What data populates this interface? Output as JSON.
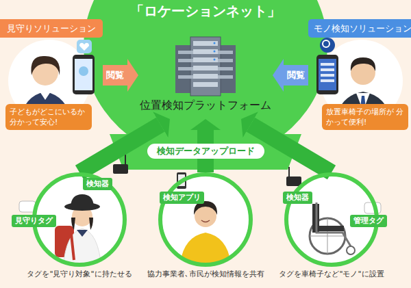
{
  "diagram": {
    "title": "「ロケーションネット」",
    "nodes": [
      {
        "text": [
          "位置検知プラットフォーム"
        ]
      },
      {
        "text": [
          "見守りソリューション",
          "子どもがどこにいるか 分かって安心!"
        ]
      },
      {
        "text": [
          "モノ検知ソリューション",
          "放置車椅子の場所が 分かって便利!"
        ]
      },
      {
        "text": [
          "タグを\"見守り対象\"に持たせる"
        ]
      },
      {
        "text": [
          "見守りタグ"
        ],
        "in": 3
      },
      {
        "text": [
          "検知器"
        ],
        "in": 3
      },
      {
        "text": [
          "協力事業者､市民が検知情報を共有"
        ]
      },
      {
        "text": [
          "検知アプリ"
        ],
        "in": 6
      },
      {
        "text": [
          "タグを車椅子など\"モノ\"に設置"
        ]
      },
      {
        "text": [
          "検知器"
        ],
        "in": 8
      },
      {
        "text": [
          "管理タグ"
        ],
        "in": 8
      }
    ],
    "edges": [
      {
        "from": 1,
        "to": 0,
        "arrow": "to",
        "label": "閲覧"
      },
      {
        "from": 2,
        "to": 0,
        "arrow": "to",
        "label": "閲覧"
      },
      {
        "from": 3,
        "to": 0,
        "arrow": "to"
      },
      {
        "from": 6,
        "to": 0,
        "arrow": "to",
        "label": "検知データアップロード"
      },
      {
        "from": 8,
        "to": 0,
        "arrow": "to"
      }
    ]
  }
}
